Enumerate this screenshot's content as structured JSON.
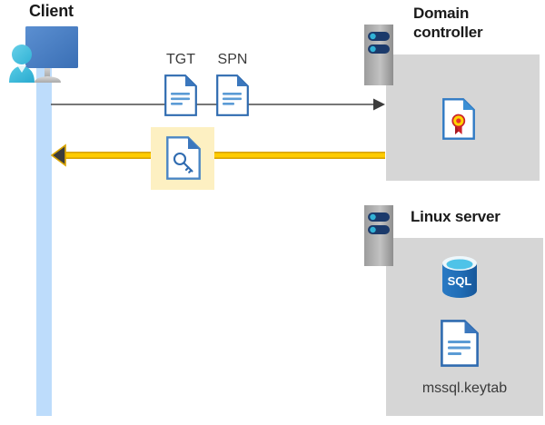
{
  "diagram": {
    "type": "kerberos-authentication-flow",
    "background": "#ffffff",
    "colors": {
      "panel_gray": "#d6d6d6",
      "lifeline_blue": "#bddcfb",
      "highlight_yellow": "#fdf0c2",
      "arrow_yellow": "#ffcc00",
      "arrow_gray": "#404040",
      "doc_blue": "#3b77bd",
      "sql_blue": "#1f6cb5",
      "cert_gold": "#ffd400",
      "cert_red": "#cc2229",
      "rack_gray": "#a6a6a6",
      "rack_navy": "#1b3a6b",
      "title_color": "#1a1a1a"
    }
  },
  "client": {
    "title": "Client",
    "icon": "user-workstation-icon",
    "lifeline": "client-lifeline"
  },
  "domain_controller": {
    "title": "Domain\ncontroller",
    "rack_icon": "server-rack-icon",
    "contents": [
      {
        "icon": "certificate-document-icon",
        "label": ""
      }
    ]
  },
  "linux_server": {
    "title": "Linux server",
    "rack_icon": "server-rack-icon",
    "contents": [
      {
        "icon": "sql-database-icon",
        "label": "SQL"
      },
      {
        "icon": "document-icon",
        "label": "mssql.keytab"
      }
    ],
    "sql_text": "SQL",
    "keytab_label": "mssql.keytab"
  },
  "flows": [
    {
      "id": "request",
      "direction": "right",
      "color": "#404040",
      "style": "thin-line",
      "artifacts": [
        {
          "id": "tgt",
          "label": "TGT",
          "icon": "document-icon"
        },
        {
          "id": "spn",
          "label": "SPN",
          "icon": "document-icon"
        }
      ]
    },
    {
      "id": "response",
      "direction": "left",
      "color": "#ffcc00",
      "style": "thick-line",
      "highlighted": true,
      "artifacts": [
        {
          "id": "service-ticket",
          "label": "",
          "icon": "key-document-icon"
        }
      ]
    }
  ],
  "labels": {
    "tgt": "TGT",
    "spn": "SPN"
  }
}
